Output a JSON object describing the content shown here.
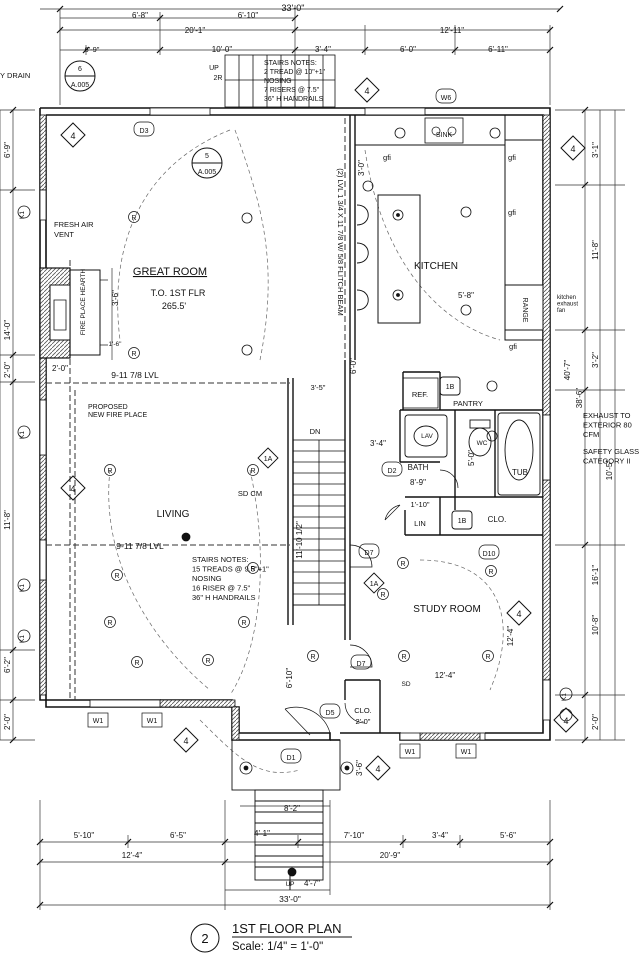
{
  "sheet": {
    "title": "1ST FLOOR PLAN",
    "scale": "Scale: 1/4\" = 1'-0\"",
    "detail_number": "2"
  },
  "dims_top": {
    "overall": "33'-0\"",
    "d1": "6'-8\"",
    "d2": "6'-10\"",
    "d3": "20'-1\"",
    "d4": "12'-11\"",
    "d5": "6'-9\"",
    "d6": "10'-0\"",
    "d7": "3'-4\"",
    "d8": "6'-0\"",
    "d9": "6'-11\""
  },
  "dims_left": {
    "a": "6'-9\"",
    "b": "14'-0\"",
    "c": "2'-0\"",
    "d": "11'-8\"",
    "e": "6'-2\"",
    "f": "2'-0\""
  },
  "dims_right": {
    "a": "3'-1\"",
    "b": "11'-8\"",
    "c": "3'-2\"",
    "d": "40'-7\"",
    "e": "38'-6\"",
    "f": "10'-5\"",
    "g": "16'-1\"",
    "h": "10'-8\"",
    "i": "2'-0\""
  },
  "dims_bottom": {
    "a": "5'-10\"",
    "b": "6'-5\"",
    "c": "4'-1\"",
    "d": "7'-10\"",
    "e": "3'-4\"",
    "f": "5'-6\"",
    "g": "12'-4\"",
    "h": "20'-9\"",
    "i": "4'-7\"",
    "j": "33'-0\"",
    "k": "8'-2\""
  },
  "dims_interior": {
    "fp_depth": "3'-6\"",
    "fp_small": "1'-6\"",
    "left_2ft": "2'-0\"",
    "kitchen_58": "5'-8\"",
    "kitchen_30": "3'-0\"",
    "d_60": "6'-0\"",
    "d_35": "3'-5\"",
    "d_34": "3'-4\"",
    "bath_50": "5'-0\"",
    "bath_89": "8'-9\"",
    "d_110": "1'-10\"",
    "stair_w": "11'-10 1/2\"",
    "study_124v": "12'-4\"",
    "study_124h": "12'-4\"",
    "entry_610": "6'-10\"",
    "clo_20": "2'-0\"",
    "porch_36": "3'-6\""
  },
  "rooms": {
    "great": "GREAT ROOM",
    "tofl": "T.O. 1ST FLR",
    "tofl_val": "265.5'",
    "kitchen": "KITCHEN",
    "living": "LIVING",
    "study": "STUDY ROOM",
    "pantry": "PANTRY",
    "bath": "BATH",
    "lav": "LAV",
    "wc": "WC",
    "tub": "TUB",
    "lin": "LIN",
    "clo": "CLO.",
    "clo2": "CLO.",
    "ref": "REF.",
    "range": "RANGE",
    "sink": "SINK",
    "dn": "DN",
    "up_top": "UP",
    "up_2r": "2R",
    "up_bottom": "UP"
  },
  "beams": {
    "lvl1": "9-11 7/8 LVL",
    "lvl2": "9-11 7/8 LVL",
    "flitch": "(2) LVL 1 3/4 X 11 7/8 W/ 5/8 FLITCH BEAM"
  },
  "notes": {
    "stairs_top": [
      "STAIRS NOTES:",
      "2 TREAD @ 10\"+1\"",
      "NOSING",
      "7 RISERS @ 7.5\"",
      "36\" H HANDRAILS"
    ],
    "stairs_main": [
      "STAIRS NOTES:",
      "15 TREADS @ 9.5\"+1\"",
      "NOSING",
      "16 RISER @ 7.5\"",
      "36\" H HANDRAILS"
    ],
    "fresh_air": [
      "FRESH AIR",
      "VENT"
    ],
    "fireplace": [
      "PROPOSED",
      "NEW FIRE PLACE"
    ],
    "hearth": "FIRE PLACE HEARTH",
    "exhaust": [
      "EXHAUST TO",
      "EXTERIOR 80",
      "CFM"
    ],
    "safety": [
      "SAFETY GLASS",
      "CATEGORY II"
    ],
    "kitchen_exhaust": [
      "kitchen",
      "exhaust",
      "fan"
    ],
    "dry_drain": "Y DRAIN",
    "sd_cm": "SD CM",
    "sd": "SD"
  },
  "tags": {
    "a005_top": "A.005",
    "a005_mid": "A.005",
    "n6": "6",
    "n5": "5",
    "w6": "W6",
    "d3": "D3",
    "d1": "D1",
    "d2": "D2",
    "d5": "D5",
    "d7a": "D7",
    "d7b": "D7",
    "d10": "D10",
    "b1a": "1B",
    "b1b": "1B",
    "a1a": "1A",
    "a1b": "1A",
    "w1": "W1",
    "k1": "K1",
    "r": "R",
    "gfi": "gfi",
    "four": "4",
    "wall_type": "4"
  }
}
